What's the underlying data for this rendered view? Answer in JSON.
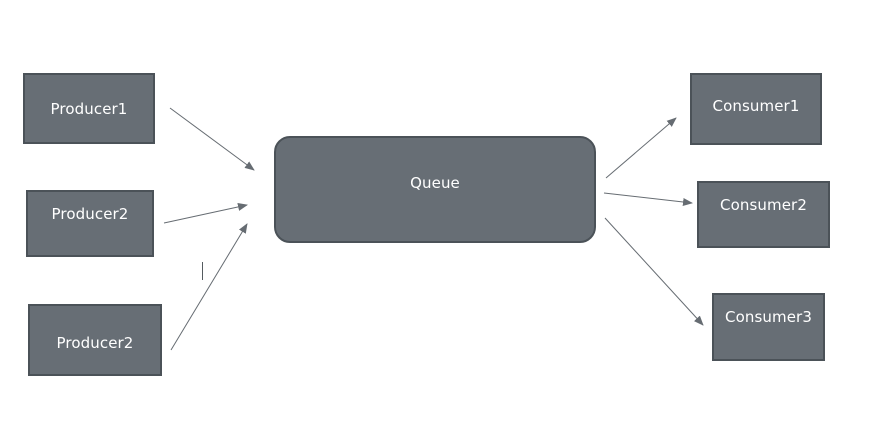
{
  "diagram": {
    "producers": [
      {
        "label": "Producer1"
      },
      {
        "label": "Producer2"
      },
      {
        "label": "Producer2"
      }
    ],
    "queue": {
      "label": "Queue"
    },
    "consumers": [
      {
        "label": "Consumer1"
      },
      {
        "label": "Consumer2"
      },
      {
        "label": "Consumer3"
      }
    ],
    "colors": {
      "box_fill": "#676e75",
      "box_border": "#4b5258",
      "label_text": "#ffffff",
      "arrow": "#666c72"
    }
  }
}
